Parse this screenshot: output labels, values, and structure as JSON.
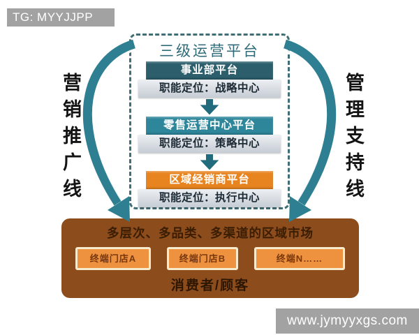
{
  "watermarks": {
    "top_left": "TG: MYYJJPP",
    "bottom_right": "www.jymyyxgs.com"
  },
  "platform": {
    "title": "三级运营平台",
    "levels": [
      {
        "name": "事业部平台",
        "role": "职能定位：战略中心",
        "color": "#2c5e6c"
      },
      {
        "name": "零售运营中心平台",
        "role": "职能定位：策略中心",
        "color": "#2e869b"
      },
      {
        "name": "区域经销商平台",
        "role": "职能定位：执行中心",
        "color": "#e8841f"
      }
    ]
  },
  "side_labels": {
    "left": "营销推广线",
    "right": "管理支持线"
  },
  "market": {
    "headline": "多层次、多品类、多渠道的区域市场",
    "stores": [
      "终端门店A",
      "终端门店B",
      "终端N……"
    ],
    "consumer": "消费者/顾客"
  },
  "colors": {
    "teal_dark": "#2c5e6c",
    "teal_light": "#2e869b",
    "orange": "#e8841f",
    "ribbon_teal": "#2e7f91",
    "down_arrow": "#226b7d",
    "brown_panel": "#8d4c1b",
    "store_orange": "#ef923f",
    "store_border": "#f6eccd",
    "role_box_text": "#1b2a34",
    "title_teal": "#2f6b78",
    "watermark_gray": "#a2a2a2"
  }
}
